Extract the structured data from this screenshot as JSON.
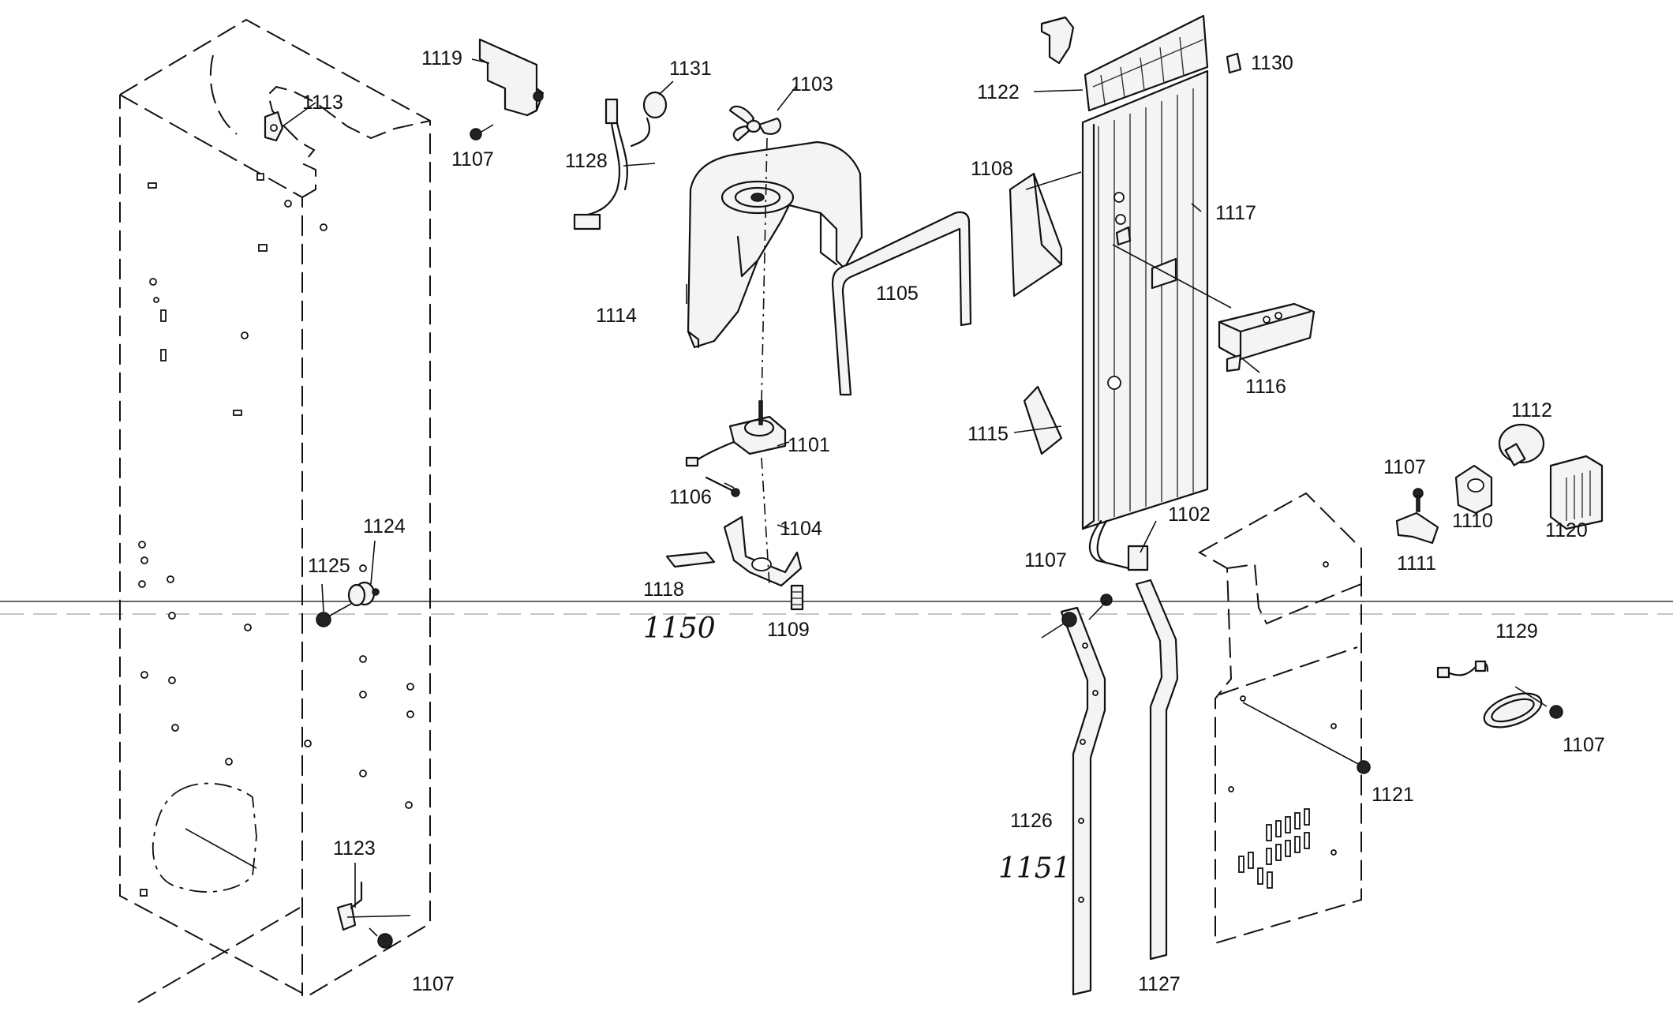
{
  "diagram": {
    "callouts": {
      "p1101": "1101",
      "p1102": "1102",
      "p1103": "1103",
      "p1104": "1104",
      "p1105": "1105",
      "p1106": "1106",
      "p1107a": "1107",
      "p1107b": "1107",
      "p1107c": "1107",
      "p1107d": "1107",
      "p1107e": "1107",
      "p1108": "1108",
      "p1109": "1109",
      "p1110": "1110",
      "p1111": "1111",
      "p1112": "1112",
      "p1113": "1113",
      "p1114": "1114",
      "p1115": "1115",
      "p1116": "1116",
      "p1117": "1117",
      "p1118": "1118",
      "p1119": "1119",
      "p1120": "1120",
      "p1121": "1121",
      "p1122": "1122",
      "p1123": "1123",
      "p1124": "1124",
      "p1125": "1125",
      "p1126": "1126",
      "p1127": "1127",
      "p1128": "1128",
      "p1129": "1129",
      "p1130": "1130",
      "p1131": "1131"
    },
    "handwritten": {
      "note1150": "1150",
      "note1151": "1151"
    }
  }
}
